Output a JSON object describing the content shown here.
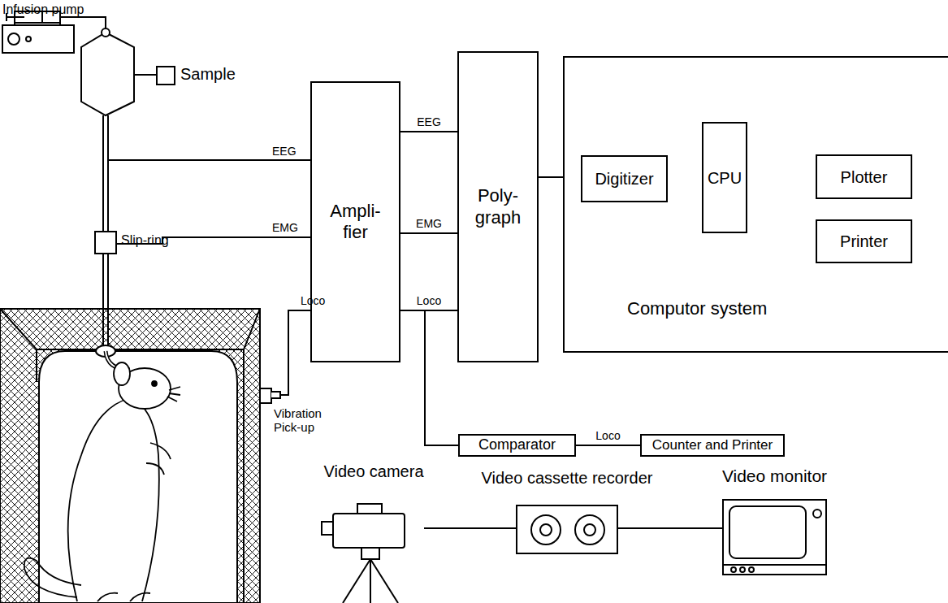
{
  "diagram": {
    "nodes": [
      {
        "text": [
          "Ampli- fier"
        ]
      },
      {
        "text": [
          "Poly- graph"
        ]
      },
      {
        "text": [
          "Computor system"
        ]
      },
      {
        "text": [
          "Digitizer"
        ],
        "in": 2
      },
      {
        "text": [
          "CPU"
        ],
        "in": 2
      },
      {
        "text": [
          "Plotter"
        ],
        "in": 2
      },
      {
        "text": [
          "Printer"
        ],
        "in": 2
      },
      {
        "text": [
          "Comparator"
        ]
      },
      {
        "text": [
          "Counter and Printer"
        ]
      },
      {
        "text": [
          "Video camera"
        ]
      },
      {
        "text": [
          "Video cassette recorder"
        ]
      },
      {
        "text": [
          "Video monitor"
        ]
      }
    ],
    "edges": [
      {
        "from": 0,
        "to": 1,
        "label": "EEG",
        "arrow": "none"
      },
      {
        "from": 0,
        "to": 1,
        "label": "EMG",
        "arrow": "none"
      },
      {
        "from": 0,
        "to": 1,
        "label": "Loco",
        "arrow": "none"
      },
      {
        "from": 1,
        "to": 3,
        "arrow": "none"
      },
      {
        "from": 3,
        "to": 4,
        "arrow": "none"
      },
      {
        "from": 4,
        "to": 5,
        "arrow": "none"
      },
      {
        "from": 4,
        "to": 6,
        "arrow": "none"
      },
      {
        "from": 0,
        "to": 7,
        "arrow": "none"
      },
      {
        "from": 7,
        "to": 8,
        "label": "Loco",
        "arrow": "none"
      },
      {
        "from": 9,
        "to": 10,
        "arrow": "none"
      },
      {
        "from": 10,
        "to": 11,
        "arrow": "none"
      }
    ],
    "labels": [
      "Infusion pump",
      "Sample",
      "EEG",
      "EMG",
      "Slip-ring",
      "Loco",
      "Vibration Pick-up"
    ]
  }
}
